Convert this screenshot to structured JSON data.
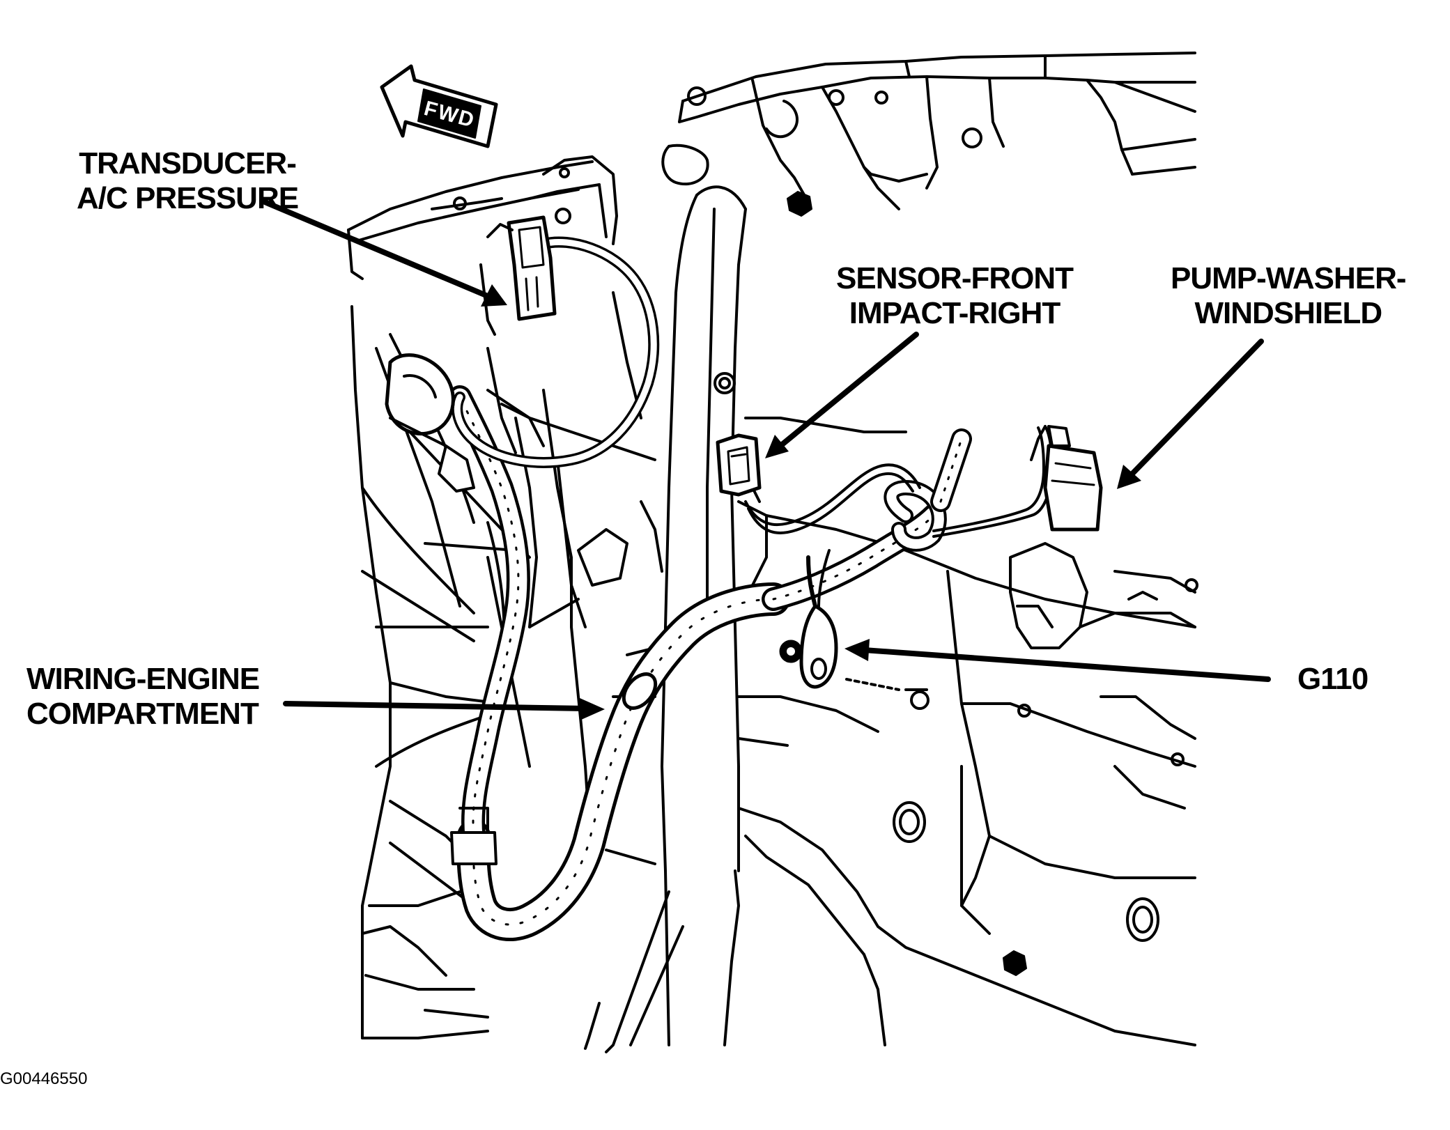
{
  "figure_id": "G00446550",
  "direction_arrow": {
    "label": "FWD"
  },
  "callouts": {
    "transducer": {
      "lines": [
        "TRANSDUCER-",
        "A/C PRESSURE"
      ]
    },
    "sensor": {
      "lines": [
        "SENSOR-FRONT",
        "IMPACT-RIGHT"
      ]
    },
    "pump": {
      "lines": [
        "PUMP-WASHER-",
        "WINDSHIELD"
      ]
    },
    "wiring": {
      "lines": [
        "WIRING-ENGINE",
        "COMPARTMENT"
      ]
    },
    "ground": {
      "lines": [
        "G110"
      ]
    }
  },
  "colors": {
    "ink": "#000000",
    "paper": "#ffffff"
  }
}
